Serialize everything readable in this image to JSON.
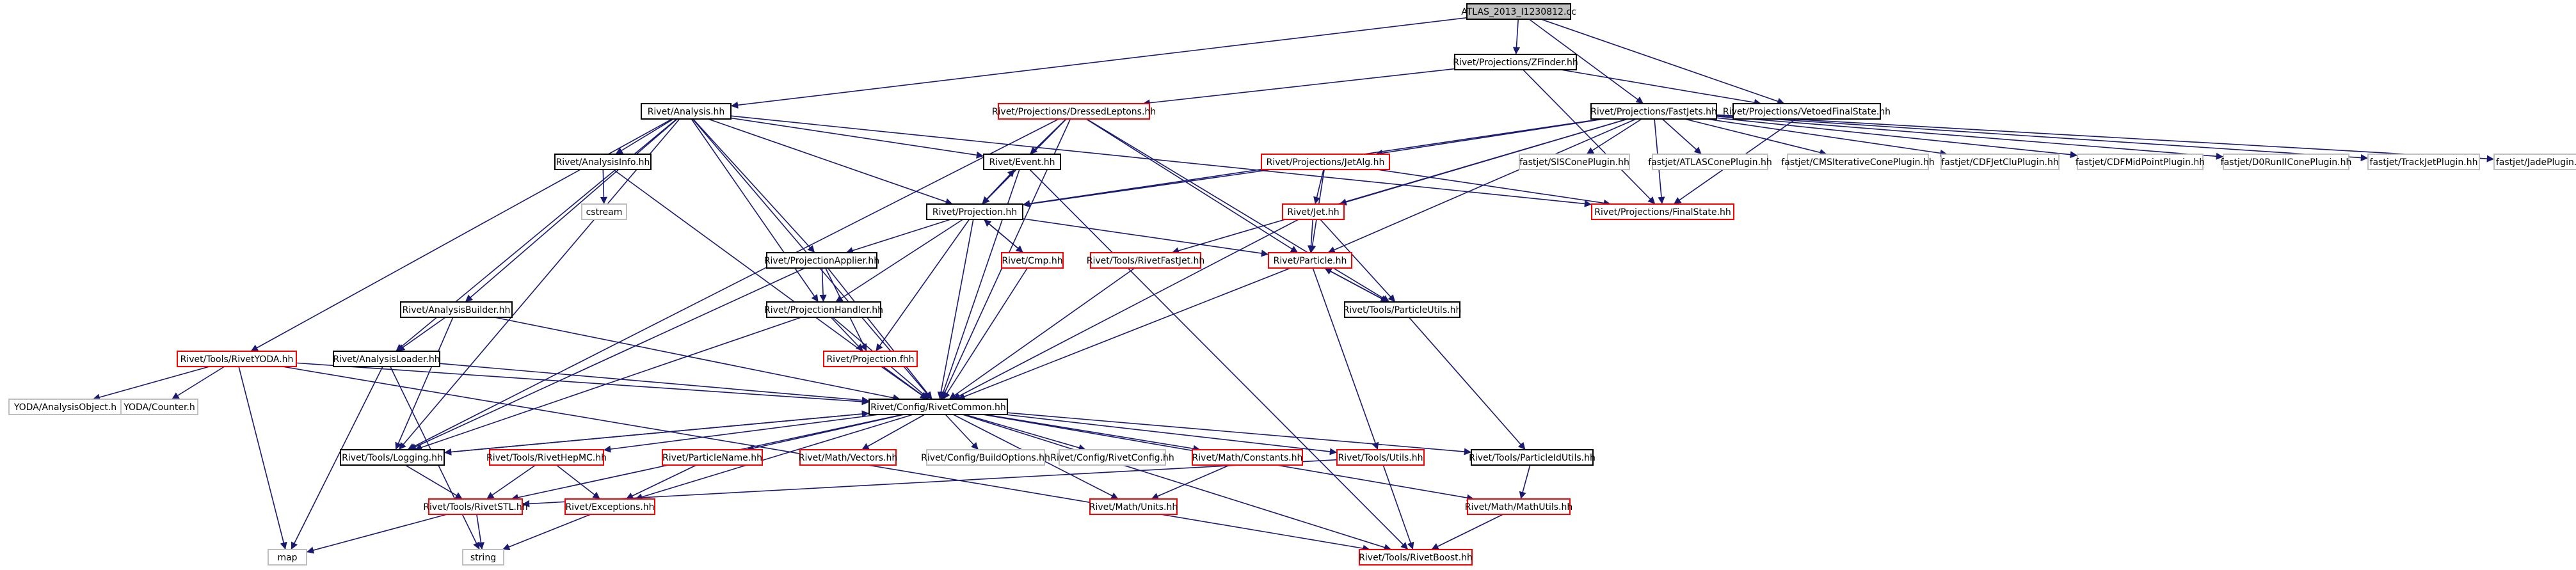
{
  "colors": {
    "background": "#ffffff",
    "edge": "#191970",
    "border_black": "#000000",
    "border_red": "#ff0000",
    "border_gray": "#bfbfbf",
    "root_fill": "#bfbfbf",
    "node_fill": "#ffffff"
  },
  "nodes": [
    {
      "id": "root",
      "label": "ATLAS_2013_I1230812.cc",
      "style": "root"
    },
    {
      "id": "zfinder",
      "label": "Rivet/Projections/ZFinder.hh",
      "style": "black"
    },
    {
      "id": "analysis",
      "label": "Rivet/Analysis.hh",
      "style": "black"
    },
    {
      "id": "dressed",
      "label": "Rivet/Projections/DressedLeptons.hh",
      "style": "red"
    },
    {
      "id": "fastjets",
      "label": "Rivet/Projections/FastJets.hh",
      "style": "black"
    },
    {
      "id": "vetoed",
      "label": "Rivet/Projections/VetoedFinalState.hh",
      "style": "black"
    },
    {
      "id": "analysisinfo",
      "label": "Rivet/AnalysisInfo.hh",
      "style": "black"
    },
    {
      "id": "event",
      "label": "Rivet/Event.hh",
      "style": "black"
    },
    {
      "id": "jetalg",
      "label": "Rivet/Projections/JetAlg.hh",
      "style": "red"
    },
    {
      "id": "siscone",
      "label": "fastjet/SISConePlugin.hh",
      "style": "gray"
    },
    {
      "id": "atlascone",
      "label": "fastjet/ATLASConePlugin.hh",
      "style": "gray"
    },
    {
      "id": "cmsiter",
      "label": "fastjet/CMSIterativeConePlugin.hh",
      "style": "gray"
    },
    {
      "id": "cdfjetclu",
      "label": "fastjet/CDFJetCluPlugin.hh",
      "style": "gray"
    },
    {
      "id": "cdfmid",
      "label": "fastjet/CDFMidPointPlugin.hh",
      "style": "gray"
    },
    {
      "id": "d0run",
      "label": "fastjet/D0RunIIConePlugin.hh",
      "style": "gray"
    },
    {
      "id": "trackjet",
      "label": "fastjet/TrackJetPlugin.hh",
      "style": "gray"
    },
    {
      "id": "jade",
      "label": "fastjet/JadePlugin.hh",
      "style": "gray"
    },
    {
      "id": "cstream",
      "label": "cstream",
      "style": "gray"
    },
    {
      "id": "projection",
      "label": "Rivet/Projection.hh",
      "style": "black"
    },
    {
      "id": "jet",
      "label": "Rivet/Jet.hh",
      "style": "red"
    },
    {
      "id": "finalstate",
      "label": "Rivet/Projections/FinalState.hh",
      "style": "red"
    },
    {
      "id": "projapplier",
      "label": "Rivet/ProjectionApplier.hh",
      "style": "black"
    },
    {
      "id": "cmp",
      "label": "Rivet/Cmp.hh",
      "style": "red"
    },
    {
      "id": "rivetfastjet",
      "label": "Rivet/Tools/RivetFastJet.hh",
      "style": "red"
    },
    {
      "id": "particle",
      "label": "Rivet/Particle.hh",
      "style": "red"
    },
    {
      "id": "analysisbuilder",
      "label": "Rivet/AnalysisBuilder.hh",
      "style": "black"
    },
    {
      "id": "projhandler",
      "label": "Rivet/ProjectionHandler.hh",
      "style": "black"
    },
    {
      "id": "particleutils",
      "label": "Rivet/Tools/ParticleUtils.hh",
      "style": "black"
    },
    {
      "id": "rivetyoda",
      "label": "Rivet/Tools/RivetYODA.hh",
      "style": "red"
    },
    {
      "id": "analysisloader",
      "label": "Rivet/AnalysisLoader.hh",
      "style": "black"
    },
    {
      "id": "projfhh",
      "label": "Rivet/Projection.fhh",
      "style": "red"
    },
    {
      "id": "yodaobj",
      "label": "YODA/AnalysisObject.h",
      "style": "gray"
    },
    {
      "id": "yodacounter",
      "label": "YODA/Counter.h",
      "style": "gray"
    },
    {
      "id": "common",
      "label": "Rivet/Config/RivetCommon.hh",
      "style": "black"
    },
    {
      "id": "logging",
      "label": "Rivet/Tools/Logging.hh",
      "style": "black"
    },
    {
      "id": "hepmc",
      "label": "Rivet/Tools/RivetHepMC.hh",
      "style": "red"
    },
    {
      "id": "pname",
      "label": "Rivet/ParticleName.hh",
      "style": "red"
    },
    {
      "id": "vectors",
      "label": "Rivet/Math/Vectors.hh",
      "style": "red"
    },
    {
      "id": "buildopts",
      "label": "Rivet/Config/BuildOptions.hh",
      "style": "gray"
    },
    {
      "id": "rivetconfig",
      "label": "Rivet/Config/RivetConfig.hh",
      "style": "gray"
    },
    {
      "id": "constants",
      "label": "Rivet/Math/Constants.hh",
      "style": "red"
    },
    {
      "id": "utils",
      "label": "Rivet/Tools/Utils.hh",
      "style": "red"
    },
    {
      "id": "pidutils",
      "label": "Rivet/Tools/ParticleIdUtils.hh",
      "style": "black"
    },
    {
      "id": "rivetstl",
      "label": "Rivet/Tools/RivetSTL.hh",
      "style": "red"
    },
    {
      "id": "exceptions",
      "label": "Rivet/Exceptions.hh",
      "style": "red"
    },
    {
      "id": "units",
      "label": "Rivet/Math/Units.hh",
      "style": "red"
    },
    {
      "id": "mathutils",
      "label": "Rivet/Math/MathUtils.hh",
      "style": "red"
    },
    {
      "id": "map",
      "label": "map",
      "style": "gray"
    },
    {
      "id": "string",
      "label": "string",
      "style": "gray"
    },
    {
      "id": "rivetboost",
      "label": "Rivet/Tools/RivetBoost.hh",
      "style": "red"
    }
  ],
  "edges": [
    [
      "root",
      "zfinder"
    ],
    [
      "root",
      "analysis"
    ],
    [
      "root",
      "fastjets"
    ],
    [
      "root",
      "vetoed"
    ],
    [
      "zfinder",
      "dressed"
    ],
    [
      "zfinder",
      "vetoed"
    ],
    [
      "zfinder",
      "finalstate"
    ],
    [
      "analysis",
      "analysisinfo"
    ],
    [
      "analysis",
      "event"
    ],
    [
      "analysis",
      "projection"
    ],
    [
      "analysis",
      "projapplier"
    ],
    [
      "analysis",
      "projhandler"
    ],
    [
      "analysis",
      "analysisbuilder"
    ],
    [
      "analysis",
      "analysisloader"
    ],
    [
      "analysis",
      "rivetyoda"
    ],
    [
      "analysis",
      "common"
    ],
    [
      "analysis",
      "logging"
    ],
    [
      "analysis",
      "finalstate"
    ],
    [
      "dressed",
      "event"
    ],
    [
      "dressed",
      "projection"
    ],
    [
      "dressed",
      "particle"
    ],
    [
      "dressed",
      "particleutils"
    ],
    [
      "dressed",
      "common"
    ],
    [
      "dressed",
      "logging"
    ],
    [
      "fastjets",
      "jetalg"
    ],
    [
      "fastjets",
      "siscone"
    ],
    [
      "fastjets",
      "atlascone"
    ],
    [
      "fastjets",
      "cmsiter"
    ],
    [
      "fastjets",
      "cdfjetclu"
    ],
    [
      "fastjets",
      "cdfmid"
    ],
    [
      "fastjets",
      "d0run"
    ],
    [
      "fastjets",
      "trackjet"
    ],
    [
      "fastjets",
      "jade"
    ],
    [
      "fastjets",
      "projection"
    ],
    [
      "fastjets",
      "jet"
    ],
    [
      "fastjets",
      "rivetfastjet"
    ],
    [
      "fastjets",
      "particle"
    ],
    [
      "fastjets",
      "finalstate"
    ],
    [
      "vetoed",
      "finalstate"
    ],
    [
      "analysisinfo",
      "cstream"
    ],
    [
      "analysisinfo",
      "common"
    ],
    [
      "event",
      "projection"
    ],
    [
      "event",
      "common"
    ],
    [
      "event",
      "rivetboost"
    ],
    [
      "jetalg",
      "projection"
    ],
    [
      "jetalg",
      "jet"
    ],
    [
      "jetalg",
      "particle"
    ],
    [
      "jetalg",
      "finalstate"
    ],
    [
      "projection",
      "projapplier"
    ],
    [
      "projection",
      "projhandler"
    ],
    [
      "projection",
      "cmp"
    ],
    [
      "projection",
      "particle"
    ],
    [
      "projection",
      "projfhh"
    ],
    [
      "projection",
      "common"
    ],
    [
      "projection",
      "event"
    ],
    [
      "jet",
      "particle"
    ],
    [
      "jet",
      "particleutils"
    ],
    [
      "jet",
      "common"
    ],
    [
      "projapplier",
      "projhandler"
    ],
    [
      "projapplier",
      "projfhh"
    ],
    [
      "projapplier",
      "common"
    ],
    [
      "projapplier",
      "logging"
    ],
    [
      "cmp",
      "projection"
    ],
    [
      "cmp",
      "common"
    ],
    [
      "rivetfastjet",
      "common"
    ],
    [
      "particle",
      "particleutils"
    ],
    [
      "particle",
      "common"
    ],
    [
      "particle",
      "utils"
    ],
    [
      "analysisbuilder",
      "analysisloader"
    ],
    [
      "analysisbuilder",
      "common"
    ],
    [
      "analysisbuilder",
      "logging"
    ],
    [
      "projhandler",
      "projfhh"
    ],
    [
      "projhandler",
      "common"
    ],
    [
      "projhandler",
      "logging"
    ],
    [
      "particleutils",
      "particle"
    ],
    [
      "particleutils",
      "pidutils"
    ],
    [
      "rivetyoda",
      "yodaobj"
    ],
    [
      "rivetyoda",
      "yodacounter"
    ],
    [
      "rivetyoda",
      "common"
    ],
    [
      "rivetyoda",
      "map"
    ],
    [
      "rivetyoda",
      "rivetboost"
    ],
    [
      "analysisloader",
      "common"
    ],
    [
      "analysisloader",
      "map"
    ],
    [
      "analysisloader",
      "string"
    ],
    [
      "projfhh",
      "common"
    ],
    [
      "common",
      "logging"
    ],
    [
      "common",
      "hepmc"
    ],
    [
      "common",
      "pname"
    ],
    [
      "common",
      "vectors"
    ],
    [
      "common",
      "buildopts"
    ],
    [
      "common",
      "rivetconfig"
    ],
    [
      "common",
      "constants"
    ],
    [
      "common",
      "utils"
    ],
    [
      "common",
      "pidutils"
    ],
    [
      "common",
      "rivetstl"
    ],
    [
      "common",
      "mathutils"
    ],
    [
      "common",
      "rivetboost"
    ],
    [
      "common",
      "units"
    ],
    [
      "common",
      "exceptions"
    ],
    [
      "logging",
      "common"
    ],
    [
      "logging",
      "rivetstl"
    ],
    [
      "hepmc",
      "rivetstl"
    ],
    [
      "hepmc",
      "exceptions"
    ],
    [
      "pname",
      "exceptions"
    ],
    [
      "constants",
      "units"
    ],
    [
      "utils",
      "rivetstl"
    ],
    [
      "utils",
      "rivetboost"
    ],
    [
      "pidutils",
      "mathutils"
    ],
    [
      "rivetstl",
      "map"
    ],
    [
      "rivetstl",
      "string"
    ],
    [
      "exceptions",
      "string"
    ],
    [
      "mathutils",
      "rivetboost"
    ]
  ]
}
